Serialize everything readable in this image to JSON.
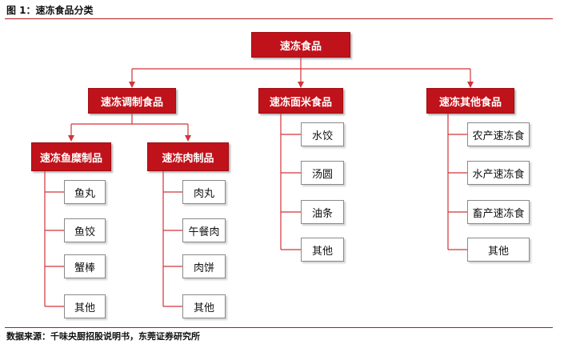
{
  "figure_title": "图 1：速冻食品分类",
  "root": "速冻食品",
  "categories": {
    "seasoned": {
      "label": "速冻调制食品",
      "sub": {
        "fish": {
          "label": "速冻鱼糜制品",
          "items": [
            "鱼丸",
            "鱼饺",
            "蟹棒",
            "其他"
          ]
        },
        "meat": {
          "label": "速冻肉制品",
          "items": [
            "肉丸",
            "午餐肉",
            "肉饼",
            "其他"
          ]
        }
      }
    },
    "noodle": {
      "label": "速冻面米食品",
      "items": [
        "水饺",
        "汤圆",
        "油条",
        "其他"
      ]
    },
    "other": {
      "label": "速冻其他食品",
      "items": [
        "农产速冻食",
        "水产速冻食",
        "畜产速冻食",
        "其他"
      ]
    }
  },
  "source": "数据来源：千味央厨招股说明书，东莞证券研究所",
  "colors": {
    "accent": "#c0121a",
    "connector": "#d2343a"
  }
}
